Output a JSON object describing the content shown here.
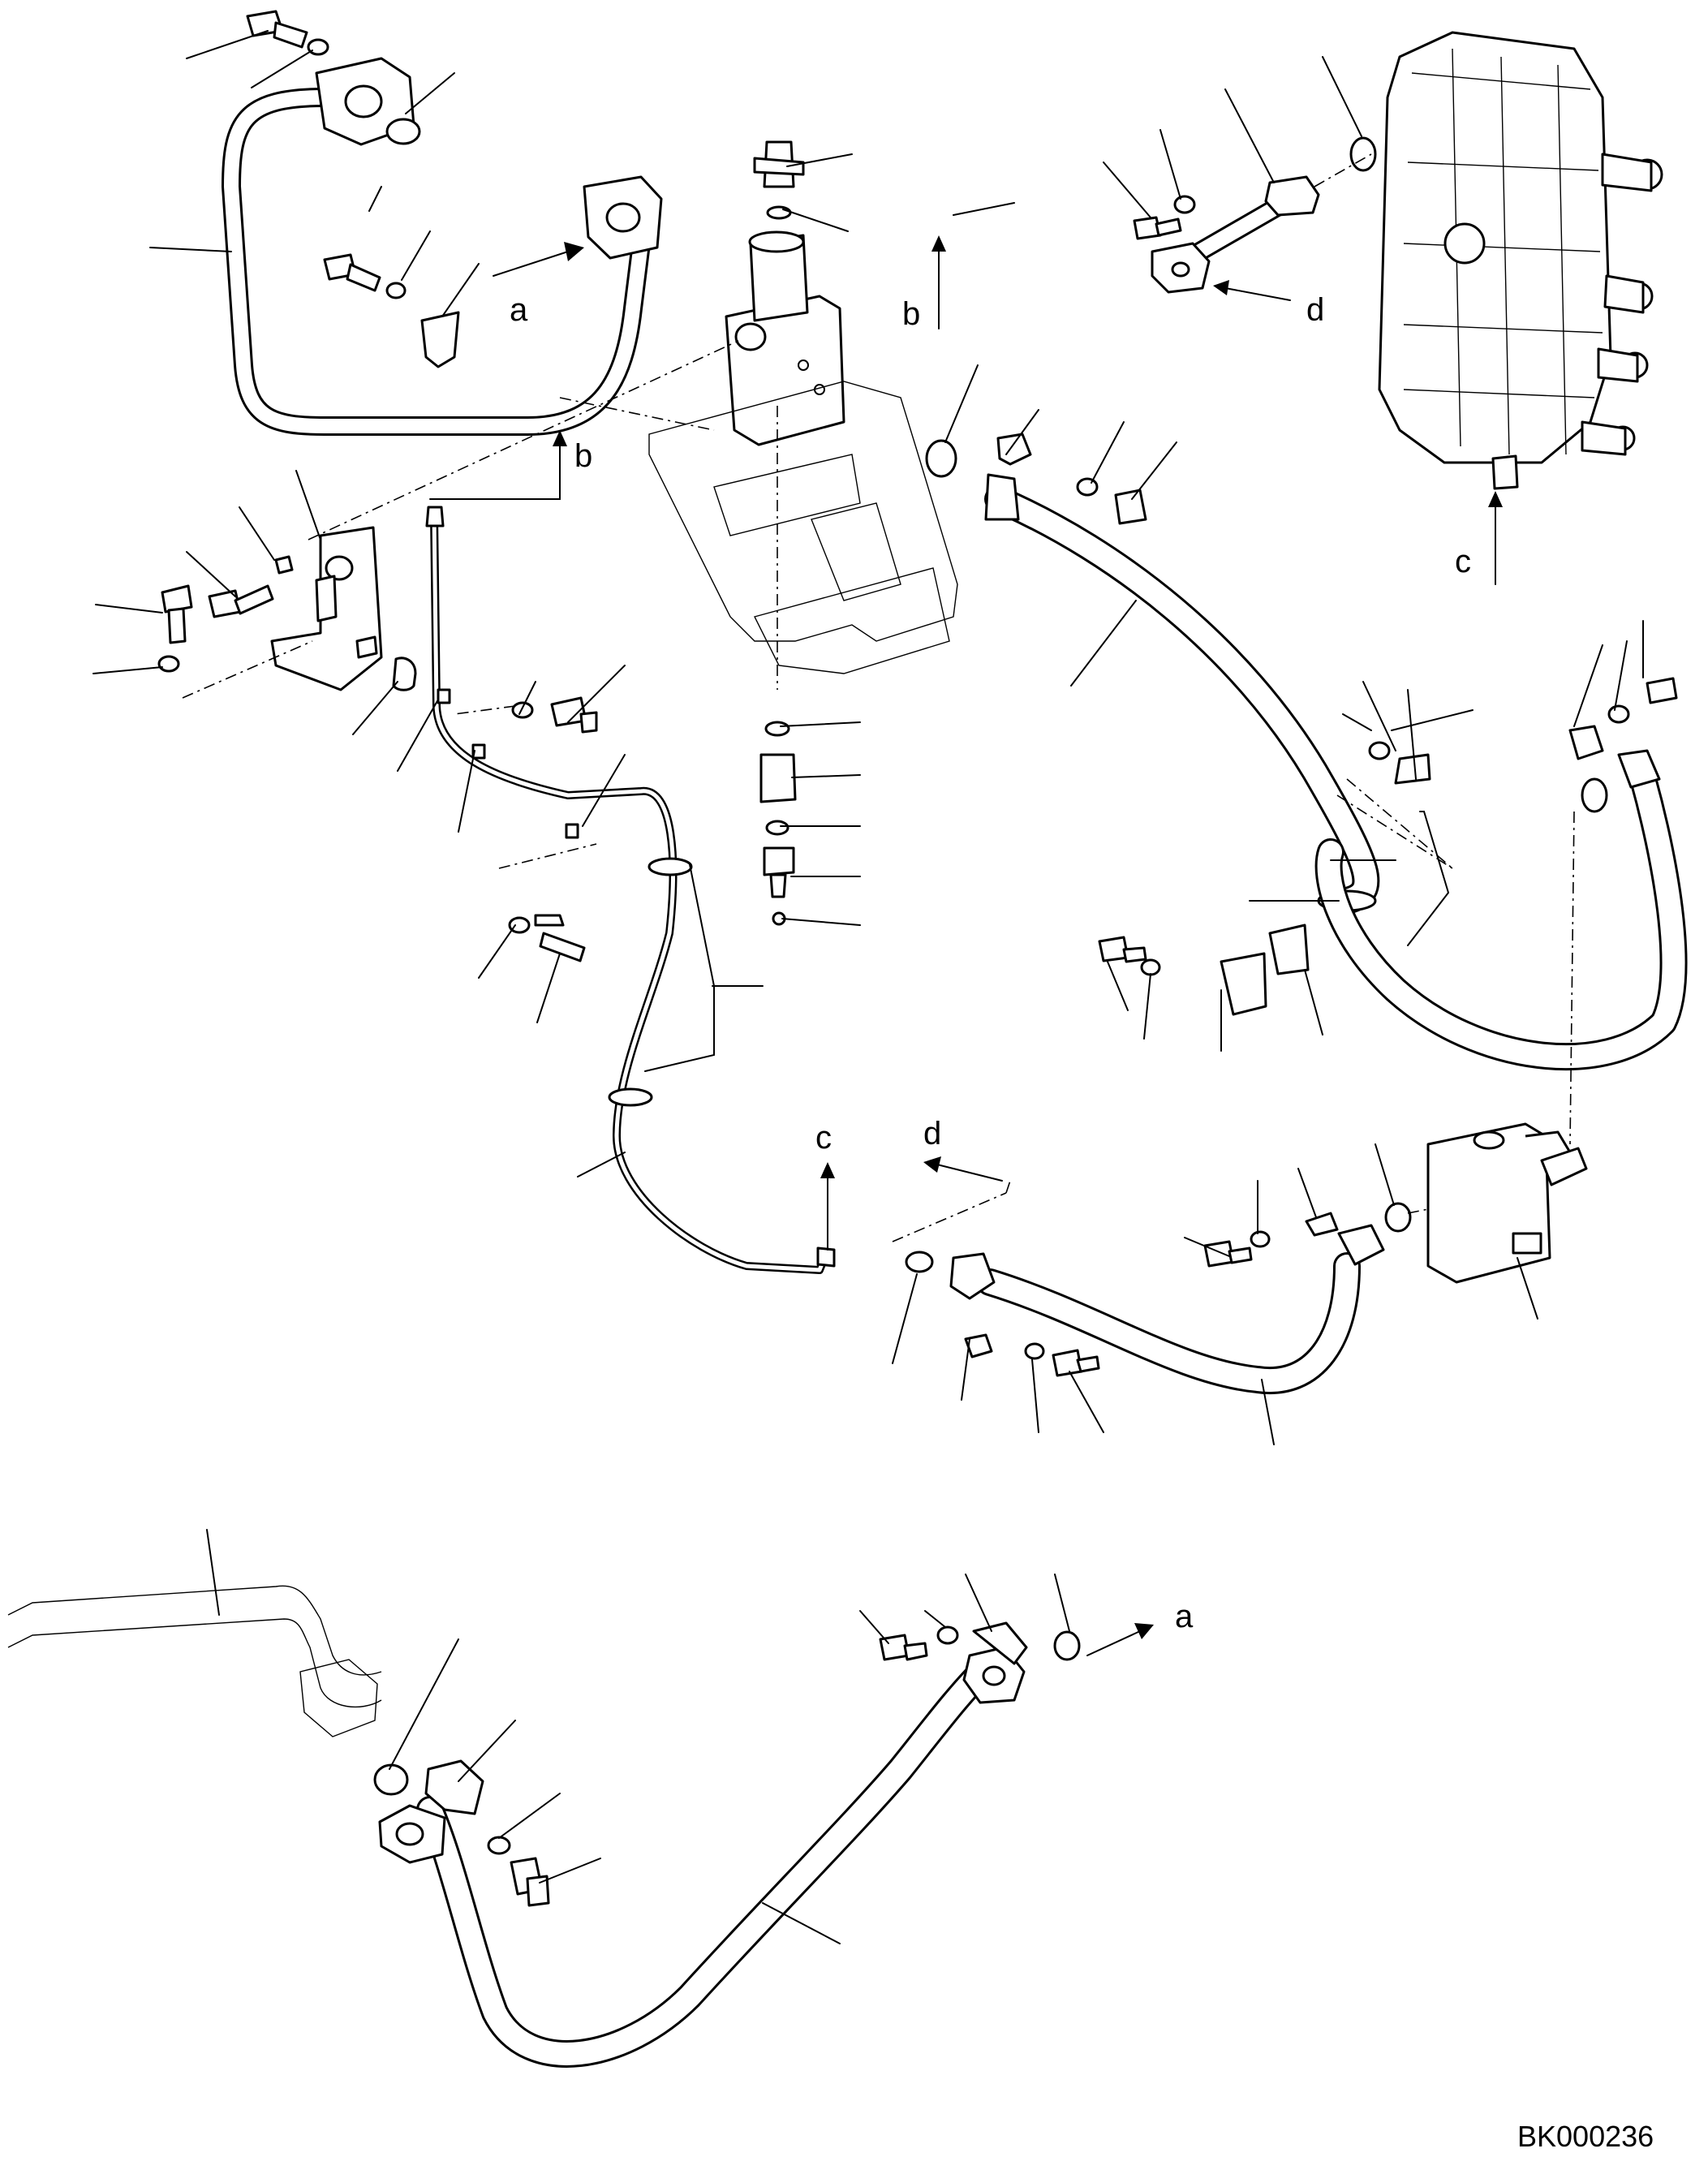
{
  "diagram": {
    "drawing_code": "BK000236",
    "view_arrows": [
      {
        "letter": "a"
      },
      {
        "letter": "b"
      },
      {
        "letter": "b"
      },
      {
        "letter": "c"
      },
      {
        "letter": "c"
      },
      {
        "letter": "d"
      },
      {
        "letter": "d"
      },
      {
        "letter": "a"
      }
    ]
  }
}
